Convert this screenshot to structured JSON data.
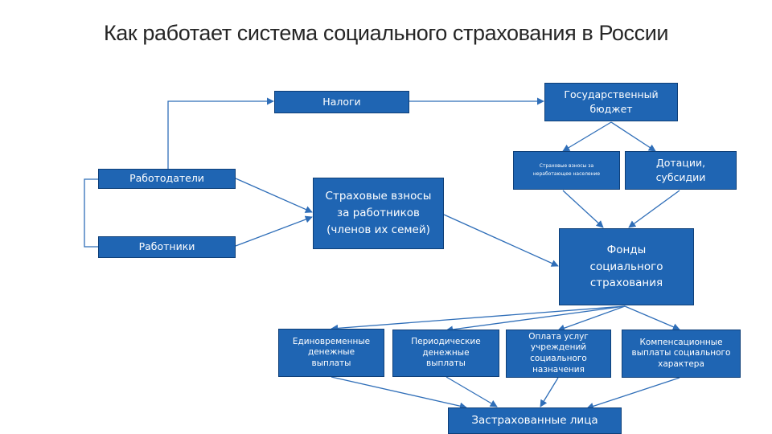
{
  "title": "Как работает система социального страхования в России",
  "nodes": {
    "taxes": "Налоги",
    "state_budget": "Государственный\nбюджет",
    "employers": "Работодатели",
    "employees": "Работники",
    "insurance_contributions": "Страховые взносы\nза работников\n(членов их семей)",
    "nonworking_contributions": "Страховые взносы за\nнеработающее население",
    "subsidies": "Дотации,\nсубсидии",
    "social_funds": "Фонды\nсоциального\nстрахования",
    "lump_sum": "Единовременные\nденежные\nвыплаты",
    "periodic": "Периодические\nденежные\nвыплаты",
    "services": "Оплата услуг\nучреждений\nсоциального\nназначения",
    "compensation": "Компенсационные\nвыплаты социального\nхарактера",
    "insured": "Застрахованные лица"
  }
}
